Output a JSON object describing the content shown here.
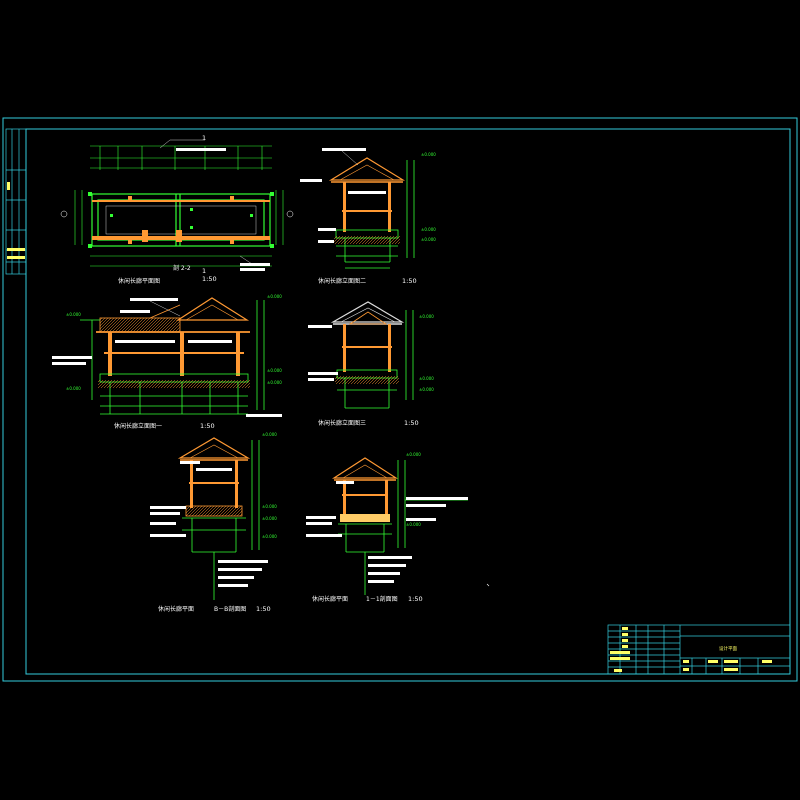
{
  "colors": {
    "background": "#000000",
    "frame": "#33ccdd",
    "timber": "#ff9933",
    "dimension": "#33ff33",
    "annotation": "#ffffff",
    "stone": "#dddddd",
    "titleblock_text": "#ffff66"
  },
  "drawings": {
    "plan": {
      "caption": "休闲长廊平面图",
      "scale": "1:50",
      "section_tag": "剖 2-2"
    },
    "elevation_a": {
      "caption": "休闲长廊立面图二",
      "scale": "1:50"
    },
    "elevation_b": {
      "caption": "休闲长廊立面图一",
      "scale": "1:50"
    },
    "elevation_c": {
      "caption": "休闲长廊立面图三",
      "scale": "1:50"
    },
    "section_b": {
      "caption": "休闲长廊平面",
      "label": "B－B剖面图",
      "scale": "1:50"
    },
    "section_a": {
      "caption": "休闲长廊平面",
      "label": "1－1剖面图",
      "scale": "1:50"
    }
  },
  "title_block": {
    "title": "设计平面"
  }
}
